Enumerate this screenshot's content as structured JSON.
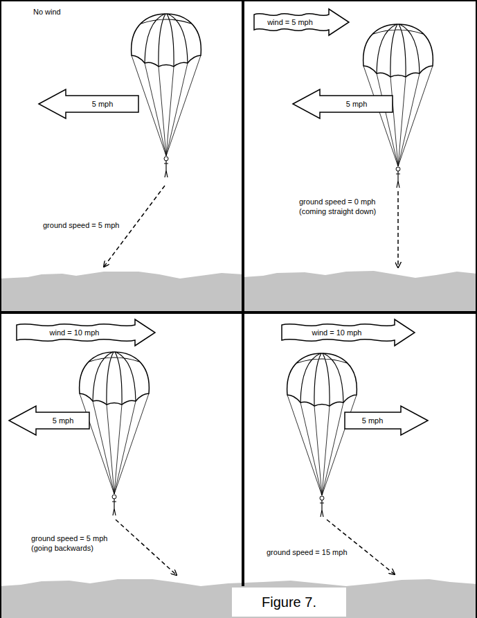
{
  "diagram": {
    "caption": "Figure 7.",
    "nodes": [
      {
        "text": [
          "5 mph"
        ]
      },
      {
        "text": [
          "wind = 5 mph"
        ]
      },
      {
        "text": [
          "5 mph"
        ]
      },
      {
        "text": [
          "wind = 10 mph"
        ]
      },
      {
        "text": [
          "5 mph"
        ]
      },
      {
        "text": [
          "wind = 10 mph"
        ]
      },
      {
        "text": [
          "5 mph"
        ]
      }
    ],
    "labels": [
      "No wind",
      "ground speed = 5 mph",
      "ground speed = 0 mph (coming straight down)",
      "ground speed = 5 mph (going backwards)",
      "ground speed = 15 mph"
    ]
  }
}
